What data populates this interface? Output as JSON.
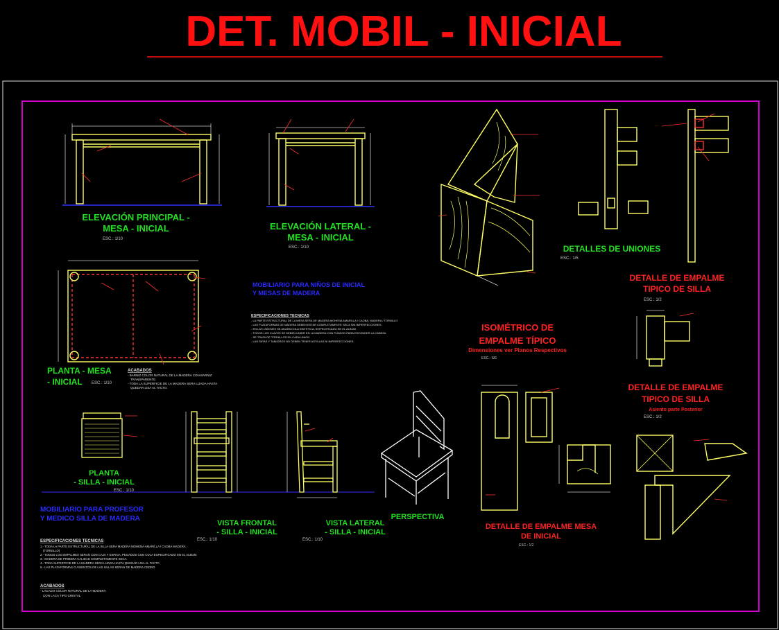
{
  "title": "DET. MOBIL - INICIAL",
  "colors": {
    "background": "#000000",
    "title": "#ff1111",
    "frame": "#d000d0",
    "green_label": "#22e022",
    "red_label": "#ff2222",
    "blue_label": "#2a2aff",
    "drawing": "#ffff66",
    "dim": "#c8c8c8",
    "annotation": "#ff3030"
  },
  "views": {
    "elev_principal": {
      "title1": "ELEVACIÓN PRINCIPAL -",
      "title2": "MESA - INICIAL",
      "scale": "ESC.: 1/10"
    },
    "elev_lateral": {
      "title1": "ELEVACIÓN LATERAL -",
      "title2": "MESA - INICIAL",
      "scale": "ESC.: 1/10"
    },
    "isometrico": {
      "title1": "ISOMÉTRICO DE",
      "title2": "EMPALME TÍPICO",
      "subtitle": "Dimensiones ver Planos Respectivos",
      "scale": "ESC.: S/E"
    },
    "uniones": {
      "title": "DETALLES DE UNIONES",
      "scale": "ESC.: 1/5"
    },
    "empalme_silla_1": {
      "title1": "DETALLE DE EMPALME",
      "title2": "TIPICO DE SILLA",
      "scale": "ESC.: 1/2"
    },
    "planta_mesa": {
      "title1": "PLANTA - MESA",
      "title2": "- INICIAL",
      "scale": "ESC.: 1/10"
    },
    "mobiliario_ninos": {
      "line1": "MOBILIARIO PARA NIÑOS DE INICIAL",
      "line2": "Y MESAS DE MADERA"
    },
    "empalme_silla_2": {
      "title1": "DETALLE DE EMPALME",
      "title2": "TIPICO DE SILLA",
      "subtitle": "Asiento parte Posterior",
      "scale": "ESC.: 1/2"
    },
    "planta_silla": {
      "title1": "PLANTA",
      "title2": "- SILLA - INICIAL",
      "scale": "ESC.: 1/10"
    },
    "mobiliario_profesor": {
      "line1": "MOBILIARIO PARA PROFESOR",
      "line2": "Y MEDICO SILLA DE MADERA"
    },
    "vista_frontal": {
      "title1": "VISTA FRONTAL",
      "title2": "- SILLA - INICIAL",
      "scale": "ESC.: 1/10"
    },
    "vista_lateral": {
      "title1": "VISTA LATERAL",
      "title2": "- SILLA - INICIAL",
      "scale": "ESC.: 1/10"
    },
    "perspectiva": {
      "title": "PERSPECTIVA"
    },
    "empalme_mesa": {
      "title1": "DETALLE DE EMPALME MESA",
      "title2": "DE INICIAL",
      "scale": "ESC.: 1/2"
    }
  },
  "specs_mesa": {
    "heading": "ESPECIFICACIONES TECNICAS",
    "lines": [
      "- LA PARTE ESTRUCTURAL DE LA MESA SERA DE MADERA MOHENA AMARILLA / CAOBA, MADERA / TORNILLO",
      "- LAS PLATAFORMAS DE MADERA DEBEN ESTAR COMPLETAMENTE SECA SIN IMPERFECCIONES.",
      "- EN LAS UNIONES SE ADARA COLA SINTETICA / ESPECIFICADO EN EL ALBUM.",
      "- TODOS LOS CLAVOS SE DEBEN UNIDR EN LA MADERA CON PUNZON PARA ESCONDER LA CABEZA",
      "- SE TRATA DE TORNILLOS EN CADA UNION",
      "- LAS PATAS Y TABLEROS NO DEBEN TENER ASTILLAS NI IMPERFECCIONES."
    ]
  },
  "acabados_mesa": {
    "heading": "ACABADOS",
    "lines": [
      "- BARNIZ COLOR NATURAL DE LA MADERA CON BARNIZ",
      "TRANSPARENTE.",
      "- TODA LA SUPERFICIE DE LA MADERA SERA LIJADA HASTA",
      "QUEDAR LISA AL TACTO."
    ]
  },
  "specs_silla": {
    "heading": "ESPECIFICACIONES TECNICAS",
    "lines": [
      "1.- TODA LA PARTE ESTRUCTURAL DE LA SILLA SERA MADERA MOHENA AMARILLA / CAOBA MADERA",
      "(TORNILLO)",
      "2.- TODOS LOS EMPALMES SERAN CON CAJA Y ESPIGA, PEGADOS CON COLA ESPECIFICADO EN EL ALBUM.",
      "3.- MADERA DE PRIMERA CALIDAD COMPLETAMENTE SECA.",
      "4.- TODA SUPERFICIE DE LA MADERA SERA LIJADA HASTA QUEDAR LISA AL TACTO",
      "5.- LAS PLATAFORMAS O ASIENTOS DE LAS SILLAS SERAN DE MADERA CEDRO"
    ]
  },
  "acabados_silla": {
    "heading": "ACABADOS",
    "lines": [
      "- LACADO COLOR NATURAL DE LA MADERA",
      "CON LACA TIPO CRISTAL"
    ]
  }
}
